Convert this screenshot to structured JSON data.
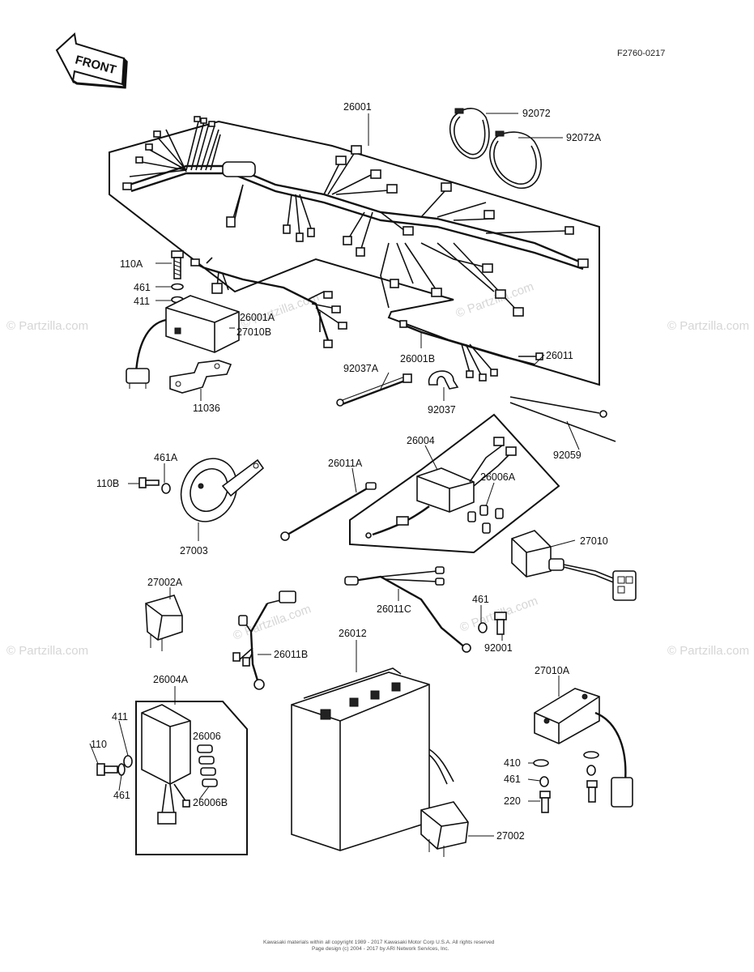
{
  "figure_id": "F2760-0217",
  "front_label": "FRONT",
  "watermark": "© Partzilla.com",
  "footer": {
    "line1": "Kawasaki materials within all copyright 1989 - 2017 Kawasaki Motor Corp U.S.A. All rights reserved",
    "line2": "Page design (c) 2004 - 2017 by ARI Network Services, Inc."
  },
  "callouts": {
    "p26001": "26001",
    "p92072": "92072",
    "p92072A": "92072A",
    "p110A": "110A",
    "p461_top": "461",
    "p411_top": "411",
    "p26001A": "26001A",
    "p27010B": "27010B",
    "p11036": "11036",
    "p92037A": "92037A",
    "p92037": "92037",
    "p26001B": "26001B",
    "p26011": "26011",
    "p92059": "92059",
    "p26004": "26004",
    "p26006A": "26006A",
    "p461A": "461A",
    "p110B": "110B",
    "p27003": "27003",
    "p26011A": "26011A",
    "p27010": "27010",
    "p27002A": "27002A",
    "p26011C": "26011C",
    "p461_mid": "461",
    "p92001": "92001",
    "p26011B": "26011B",
    "p26012": "26012",
    "p26004A": "26004A",
    "p411_low": "411",
    "p110": "110",
    "p461_low": "461",
    "p26006": "26006",
    "p26006B": "26006B",
    "p27010A": "27010A",
    "p410": "410",
    "p461_right": "461",
    "p220": "220",
    "p27002": "27002"
  }
}
